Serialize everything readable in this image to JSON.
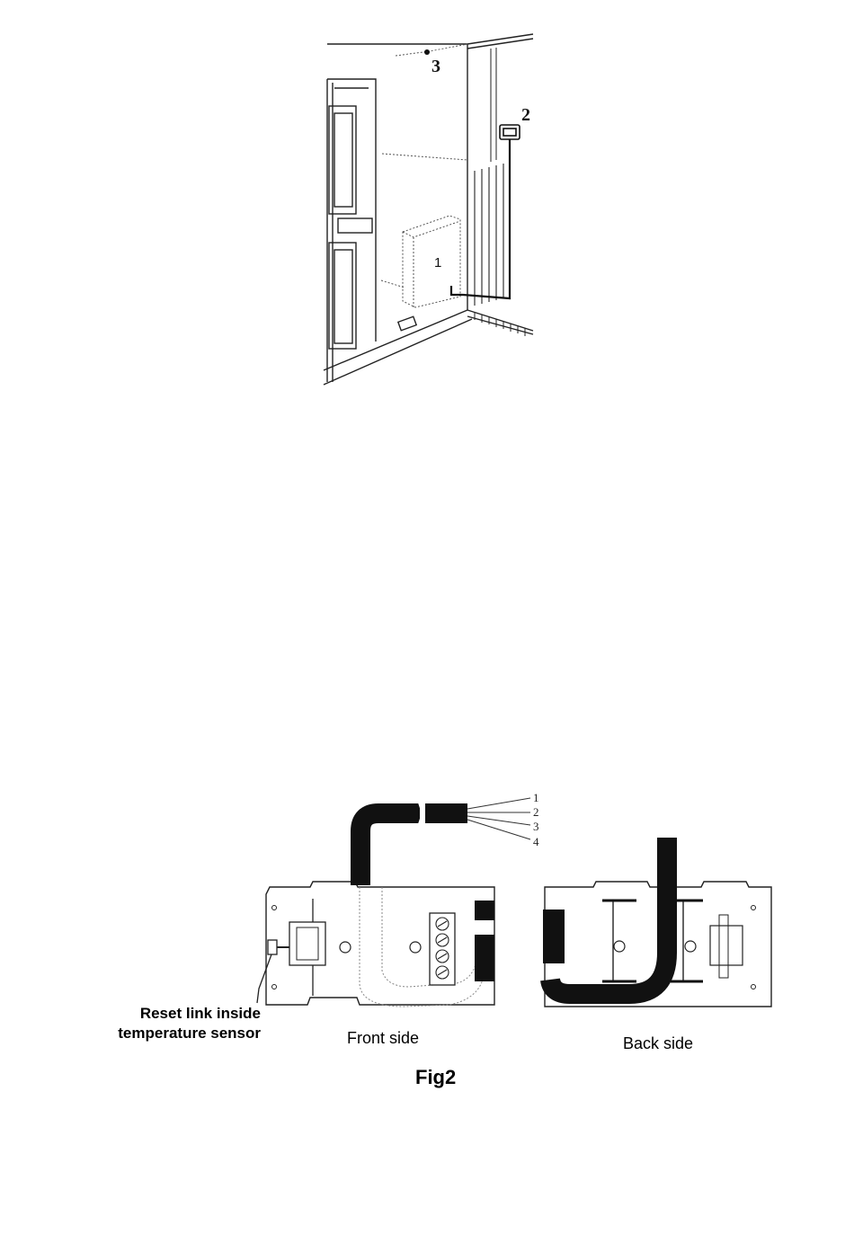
{
  "installation_figure": {
    "callouts": [
      "1",
      "2",
      "3"
    ]
  },
  "sensor_figure": {
    "wire_numbers": [
      "1",
      "2",
      "3",
      "4"
    ],
    "reset_label_line1": "Reset link inside",
    "reset_label_line2": "temperature sensor",
    "front_label": "Front side",
    "back_label": "Back side",
    "figure_caption": "Fig2"
  }
}
